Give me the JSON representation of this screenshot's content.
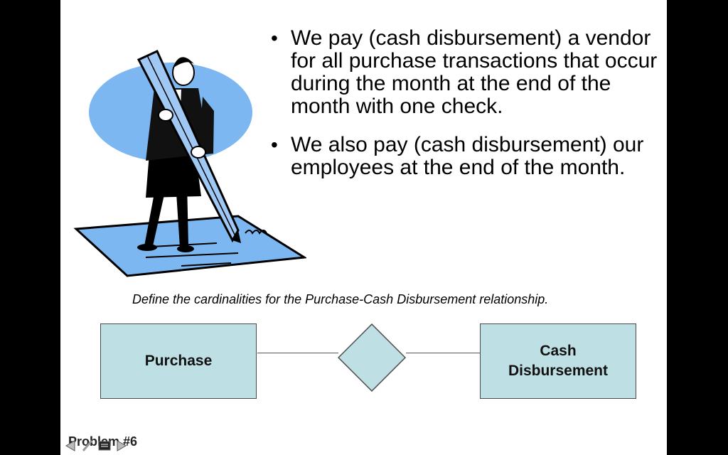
{
  "slide": {
    "bullets": [
      "We pay (cash disbursement) a vendor for all purchase transactions that occur during the month at the end of the month with one check.",
      "We also pay (cash disbursement) our employees at the end of the month."
    ],
    "instruction": "Define the cardinalities for the Purchase-Cash Disbursement relationship.",
    "diagram": {
      "entity_left": "Purchase",
      "entity_right_line1": "Cash",
      "entity_right_line2": "Disbursement"
    },
    "footer": "Problem #6"
  },
  "colors": {
    "entity_fill": "#bedfe3",
    "clipart_blue": "#7db7f2",
    "pen_blue": "#9fc8f5"
  },
  "icons": [
    "previous-slide-icon",
    "slide-menu-icon",
    "next-slide-icon"
  ]
}
